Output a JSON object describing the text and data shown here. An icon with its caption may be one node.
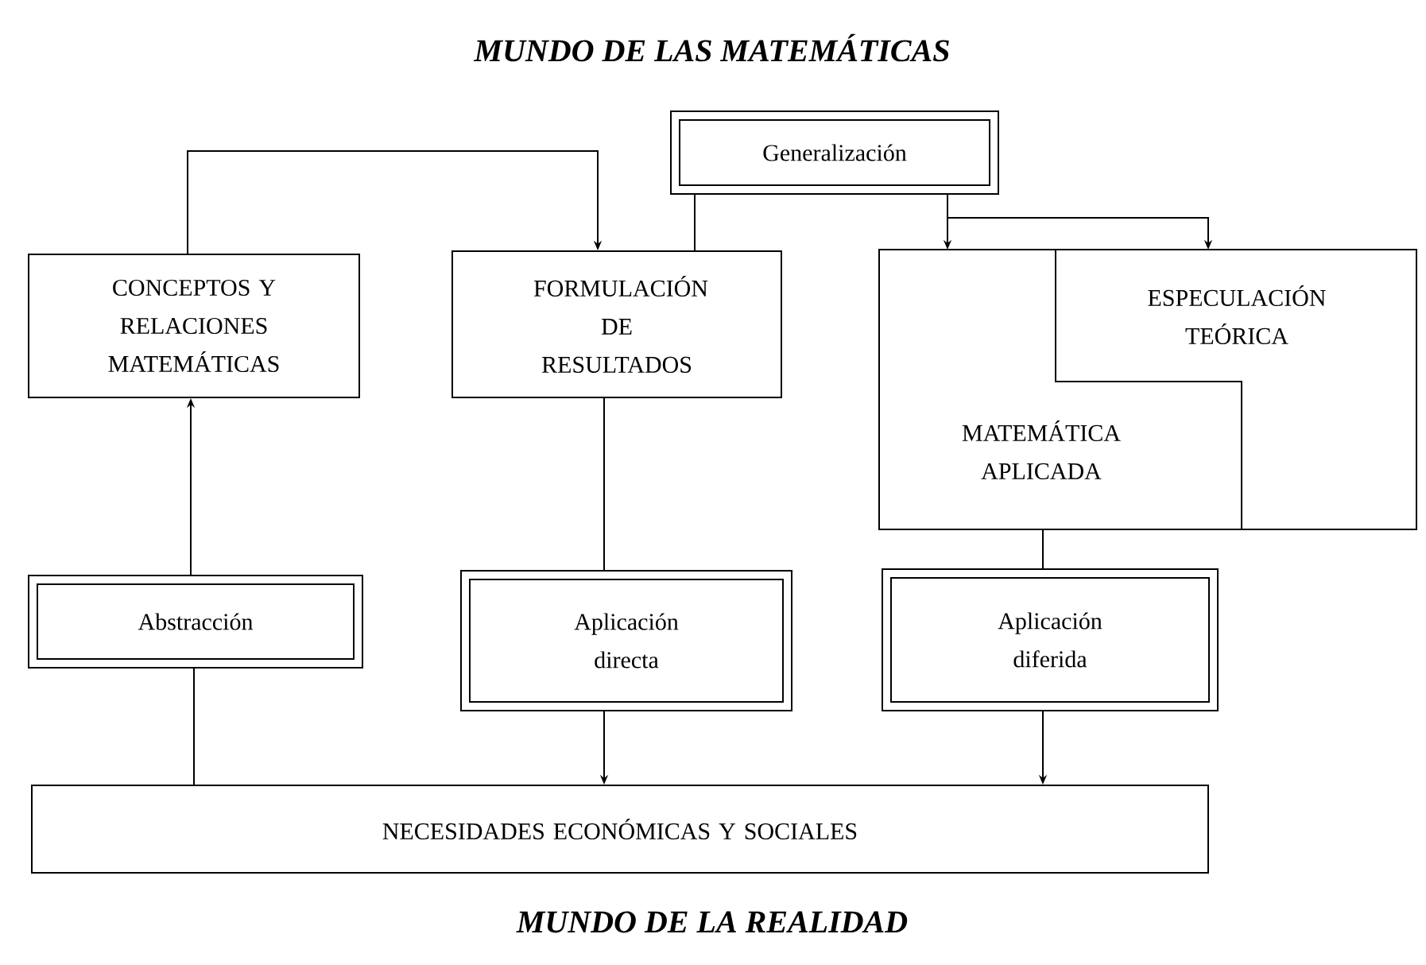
{
  "diagram": {
    "title": "MUNDO DE LAS MATEMÁTICAS",
    "nodes": [
      {
        "text": [
          "Generalización"
        ]
      },
      {
        "text": [
          "CONCEPTOS Y RELACIONES MATEMÁTICAS"
        ]
      },
      {
        "text": [
          "FORMULACIÓN DE RESULTADOS"
        ]
      },
      {
        "text": [
          "MATEMÁTICA APLICADA"
        ]
      },
      {
        "text": [
          "ESPECULACIÓN TEÓRICA"
        ]
      },
      {
        "text": [
          "Abstracción"
        ]
      },
      {
        "text": [
          "Aplicación directa"
        ]
      },
      {
        "text": [
          "Aplicación diferida"
        ]
      },
      {
        "text": [
          "NECESIDADES ECONÓMICAS Y SOCIALES"
        ]
      }
    ],
    "edges": [
      {
        "from": 8,
        "to": 5,
        "arrow": "none"
      },
      {
        "from": 5,
        "to": 1,
        "arrow": "to"
      },
      {
        "from": 1,
        "to": 2,
        "arrow": "to"
      },
      {
        "from": 2,
        "to": 0,
        "arrow": "none"
      },
      {
        "from": 0,
        "to": 3,
        "arrow": "to"
      },
      {
        "from": 0,
        "to": 4,
        "arrow": "to"
      },
      {
        "from": 2,
        "to": 6,
        "arrow": "none"
      },
      {
        "from": 6,
        "to": 8,
        "arrow": "to"
      },
      {
        "from": 3,
        "to": 7,
        "arrow": "none"
      },
      {
        "from": 7,
        "to": 8,
        "arrow": "to"
      }
    ],
    "labels": [
      "MUNDO DE LA REALIDAD"
    ]
  }
}
